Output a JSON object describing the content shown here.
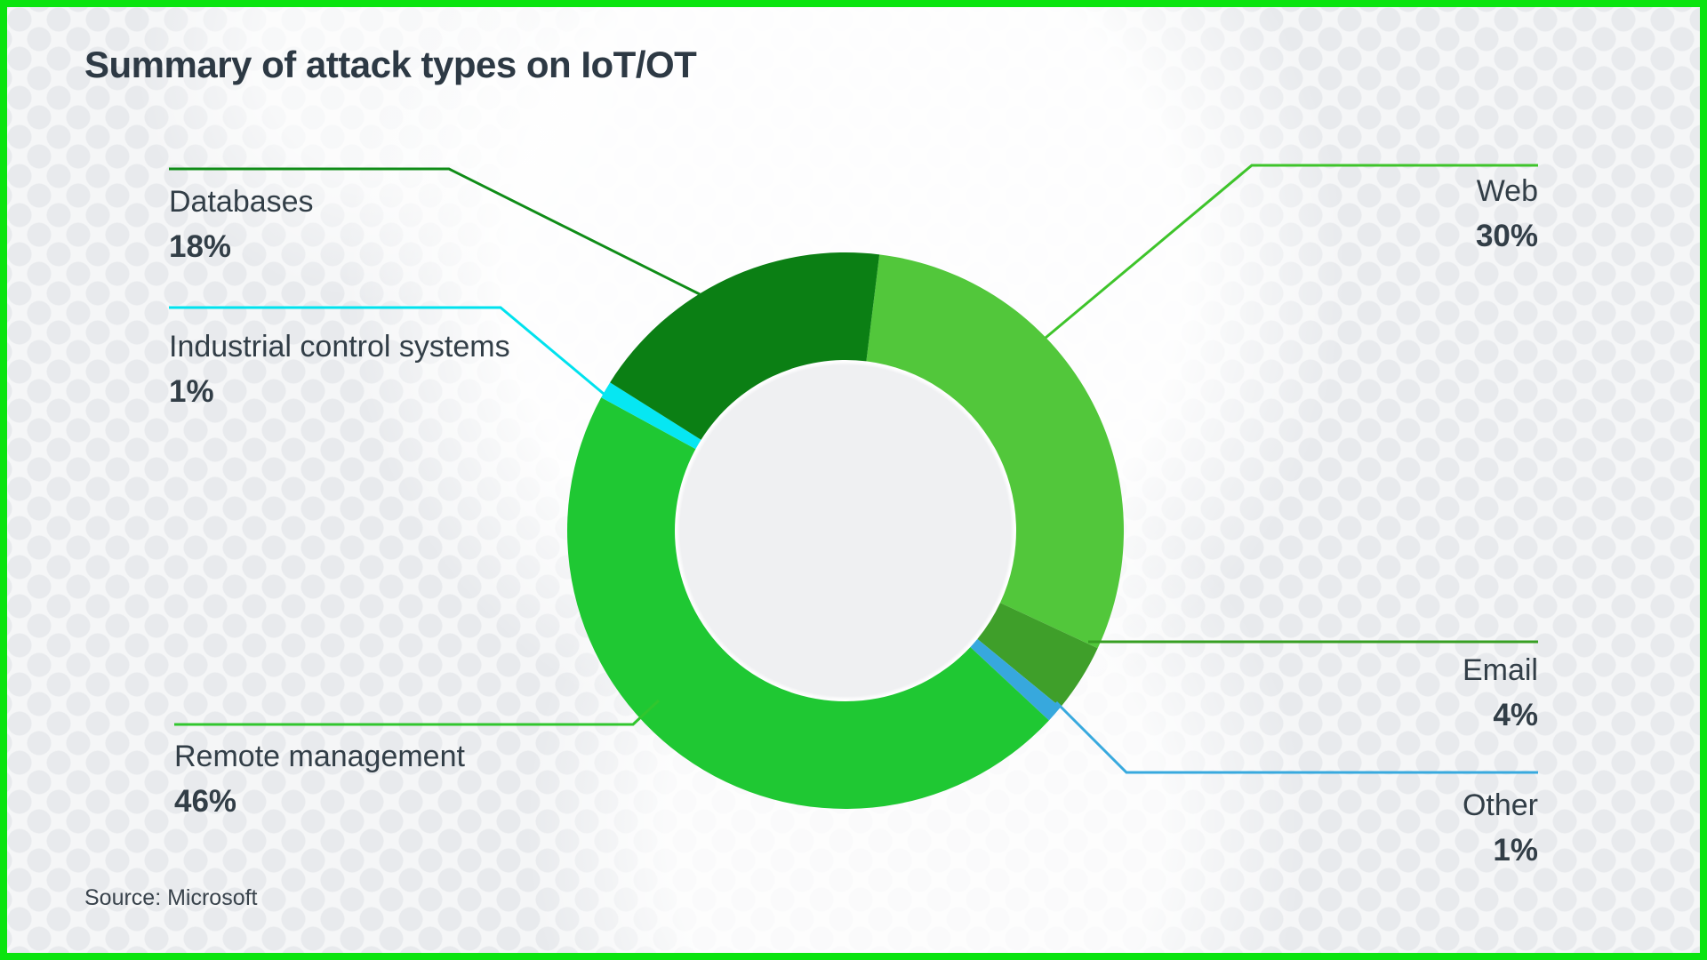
{
  "meta": {
    "title": "Summary of attack types on IoT/OT",
    "source": "Source: Microsoft"
  },
  "colors": {
    "frame_border": "#0ae40f",
    "text": "#323e47",
    "background": "#f5f6f7",
    "halftone_dot": "#e8eaed"
  },
  "chart_data": {
    "type": "pie",
    "donut": true,
    "title": "Summary of attack types on IoT/OT",
    "unit": "%",
    "start_angle_deg": 7,
    "legend_position": "callout-labels",
    "slices": [
      {
        "label": "Web",
        "value": 30,
        "pct_text": "30%",
        "color": "#52c73b",
        "leader_color": "#3ec42b"
      },
      {
        "label": "Email",
        "value": 4,
        "pct_text": "4%",
        "color": "#3f9f2a",
        "leader_color": "#379f23"
      },
      {
        "label": "Other",
        "value": 1,
        "pct_text": "1%",
        "color": "#37a8dd",
        "leader_color": "#38a9de"
      },
      {
        "label": "Remote management",
        "value": 46,
        "pct_text": "46%",
        "color": "#1fc833",
        "leader_color": "#31c62e"
      },
      {
        "label": "Industrial control systems",
        "value": 1,
        "pct_text": "1%",
        "color": "#06e7f2",
        "leader_color": "#00e2ee"
      },
      {
        "label": "Databases",
        "value": 18,
        "pct_text": "18%",
        "color": "#0b7f14",
        "leader_color": "#0f8c17"
      }
    ]
  }
}
